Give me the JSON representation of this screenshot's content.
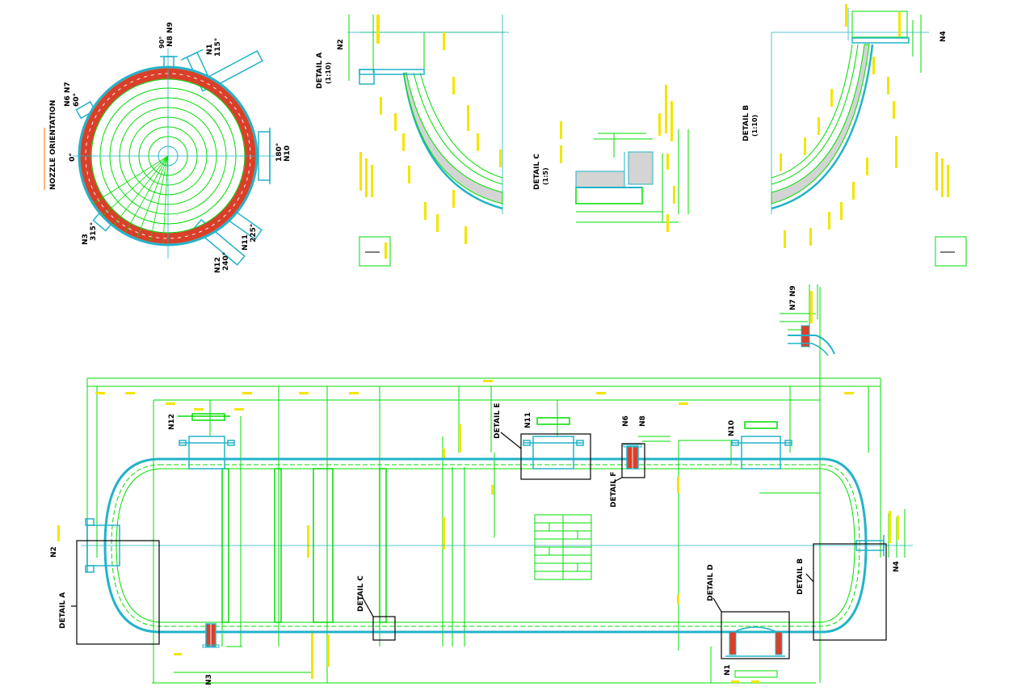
{
  "colors": {
    "shell": "#22b3c9",
    "dimension": "#00dd00",
    "text_yellow": "#f2e600",
    "brick": "#d9402a",
    "grout": "#f4f4f4",
    "refractory_fill": "#d4d4d4",
    "box": "#000000",
    "nozzle": "#22b3c9"
  },
  "nozzle_orientation": {
    "title": "NOZZLE ORIENTATION",
    "label_0": "0°",
    "label_n8_n9": "N8  N9",
    "label_90": "90°",
    "label_n1": "N1",
    "label_115": "115°",
    "label_n6_n7": "N6  N7",
    "label_60": "60°",
    "label_180": "180°",
    "label_n10": "N10",
    "label_n3": "N3",
    "label_315": "315°",
    "label_n11": "N11",
    "label_225": "225°",
    "label_n12": "N12",
    "label_240": "240°"
  },
  "detail_a": {
    "title": "DETAIL A",
    "scale": "(1:10)",
    "nozzle": "N2"
  },
  "detail_b": {
    "title": "DETAIL B",
    "scale": "(1:10)",
    "nozzle": "N4"
  },
  "detail_c": {
    "title": "DETAIL C",
    "scale": "(1:5)"
  },
  "n7_n9_detail": {
    "label": "N7  N9"
  },
  "main_view": {
    "detail_a": "DETAIL A",
    "detail_b": "DETAIL B",
    "detail_c": "DETAIL C",
    "detail_d": "DETAIL D",
    "detail_e": "DETAIL E",
    "detail_f": "DETAIL F",
    "n1": "N1",
    "n2": "N2",
    "n3": "N3",
    "n4": "N4",
    "n6": "N6",
    "n8": "N8",
    "n10": "N10",
    "n11": "N11",
    "n12": "N12"
  }
}
